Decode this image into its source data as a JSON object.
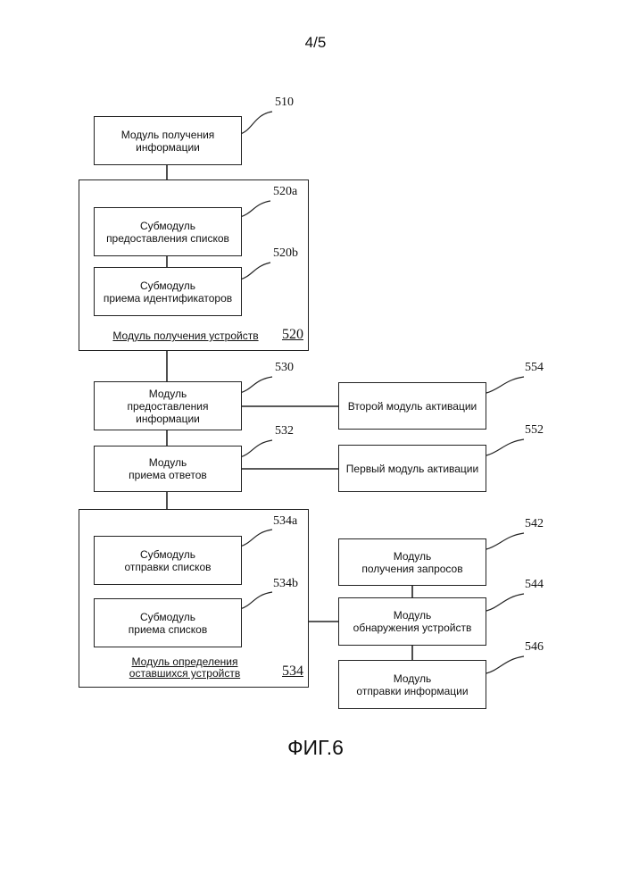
{
  "page_number": "4/5",
  "figure_caption": "ФИГ.6",
  "modules": {
    "info_acquisition": {
      "label": "Модуль получения\nинформации",
      "ref": "510"
    },
    "device_acquisition": {
      "title": "Модуль получения устройств",
      "ref": "520"
    },
    "list_providing": {
      "label": "Субмодуль\nпредоставления списков",
      "ref": "520a"
    },
    "id_receiving": {
      "label": "Субмодуль\nприема идентификаторов",
      "ref": "520b"
    },
    "info_providing": {
      "label": "Модуль\nпредоставления\nинформации",
      "ref": "530"
    },
    "response_receiving": {
      "label": "Модуль\nприема ответов",
      "ref": "532"
    },
    "remaining_devices": {
      "title": "Модуль определения\nоставшихся устройств",
      "ref": "534"
    },
    "list_sending": {
      "label": "Субмодуль\nотправки списков",
      "ref": "534a"
    },
    "list_receiving": {
      "label": "Субмодуль\nприема списков",
      "ref": "534b"
    },
    "second_activation": {
      "label": "Второй модуль активации",
      "ref": "554"
    },
    "first_activation": {
      "label": "Первый модуль активации",
      "ref": "552"
    },
    "request_acquisition": {
      "label": "Модуль\nполучения запросов",
      "ref": "542"
    },
    "device_detection": {
      "label": "Модуль\nобнаружения устройств",
      "ref": "544"
    },
    "info_sending": {
      "label": "Модуль\nотправки информации",
      "ref": "546"
    }
  }
}
